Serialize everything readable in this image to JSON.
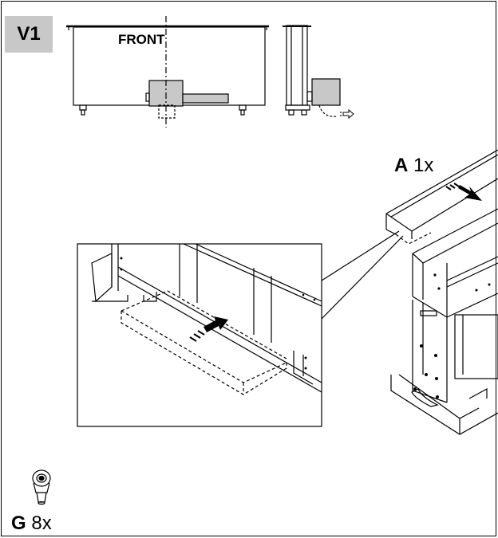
{
  "step": {
    "label": "V1"
  },
  "overview": {
    "front_label": "FRONT"
  },
  "parts": {
    "a": {
      "letter": "A",
      "qty": "1x"
    },
    "g": {
      "letter": "G",
      "qty": "8x"
    }
  },
  "colors": {
    "badge": "#c8c8c8",
    "box_fill": "#c8c8c8",
    "line": "#000000"
  }
}
